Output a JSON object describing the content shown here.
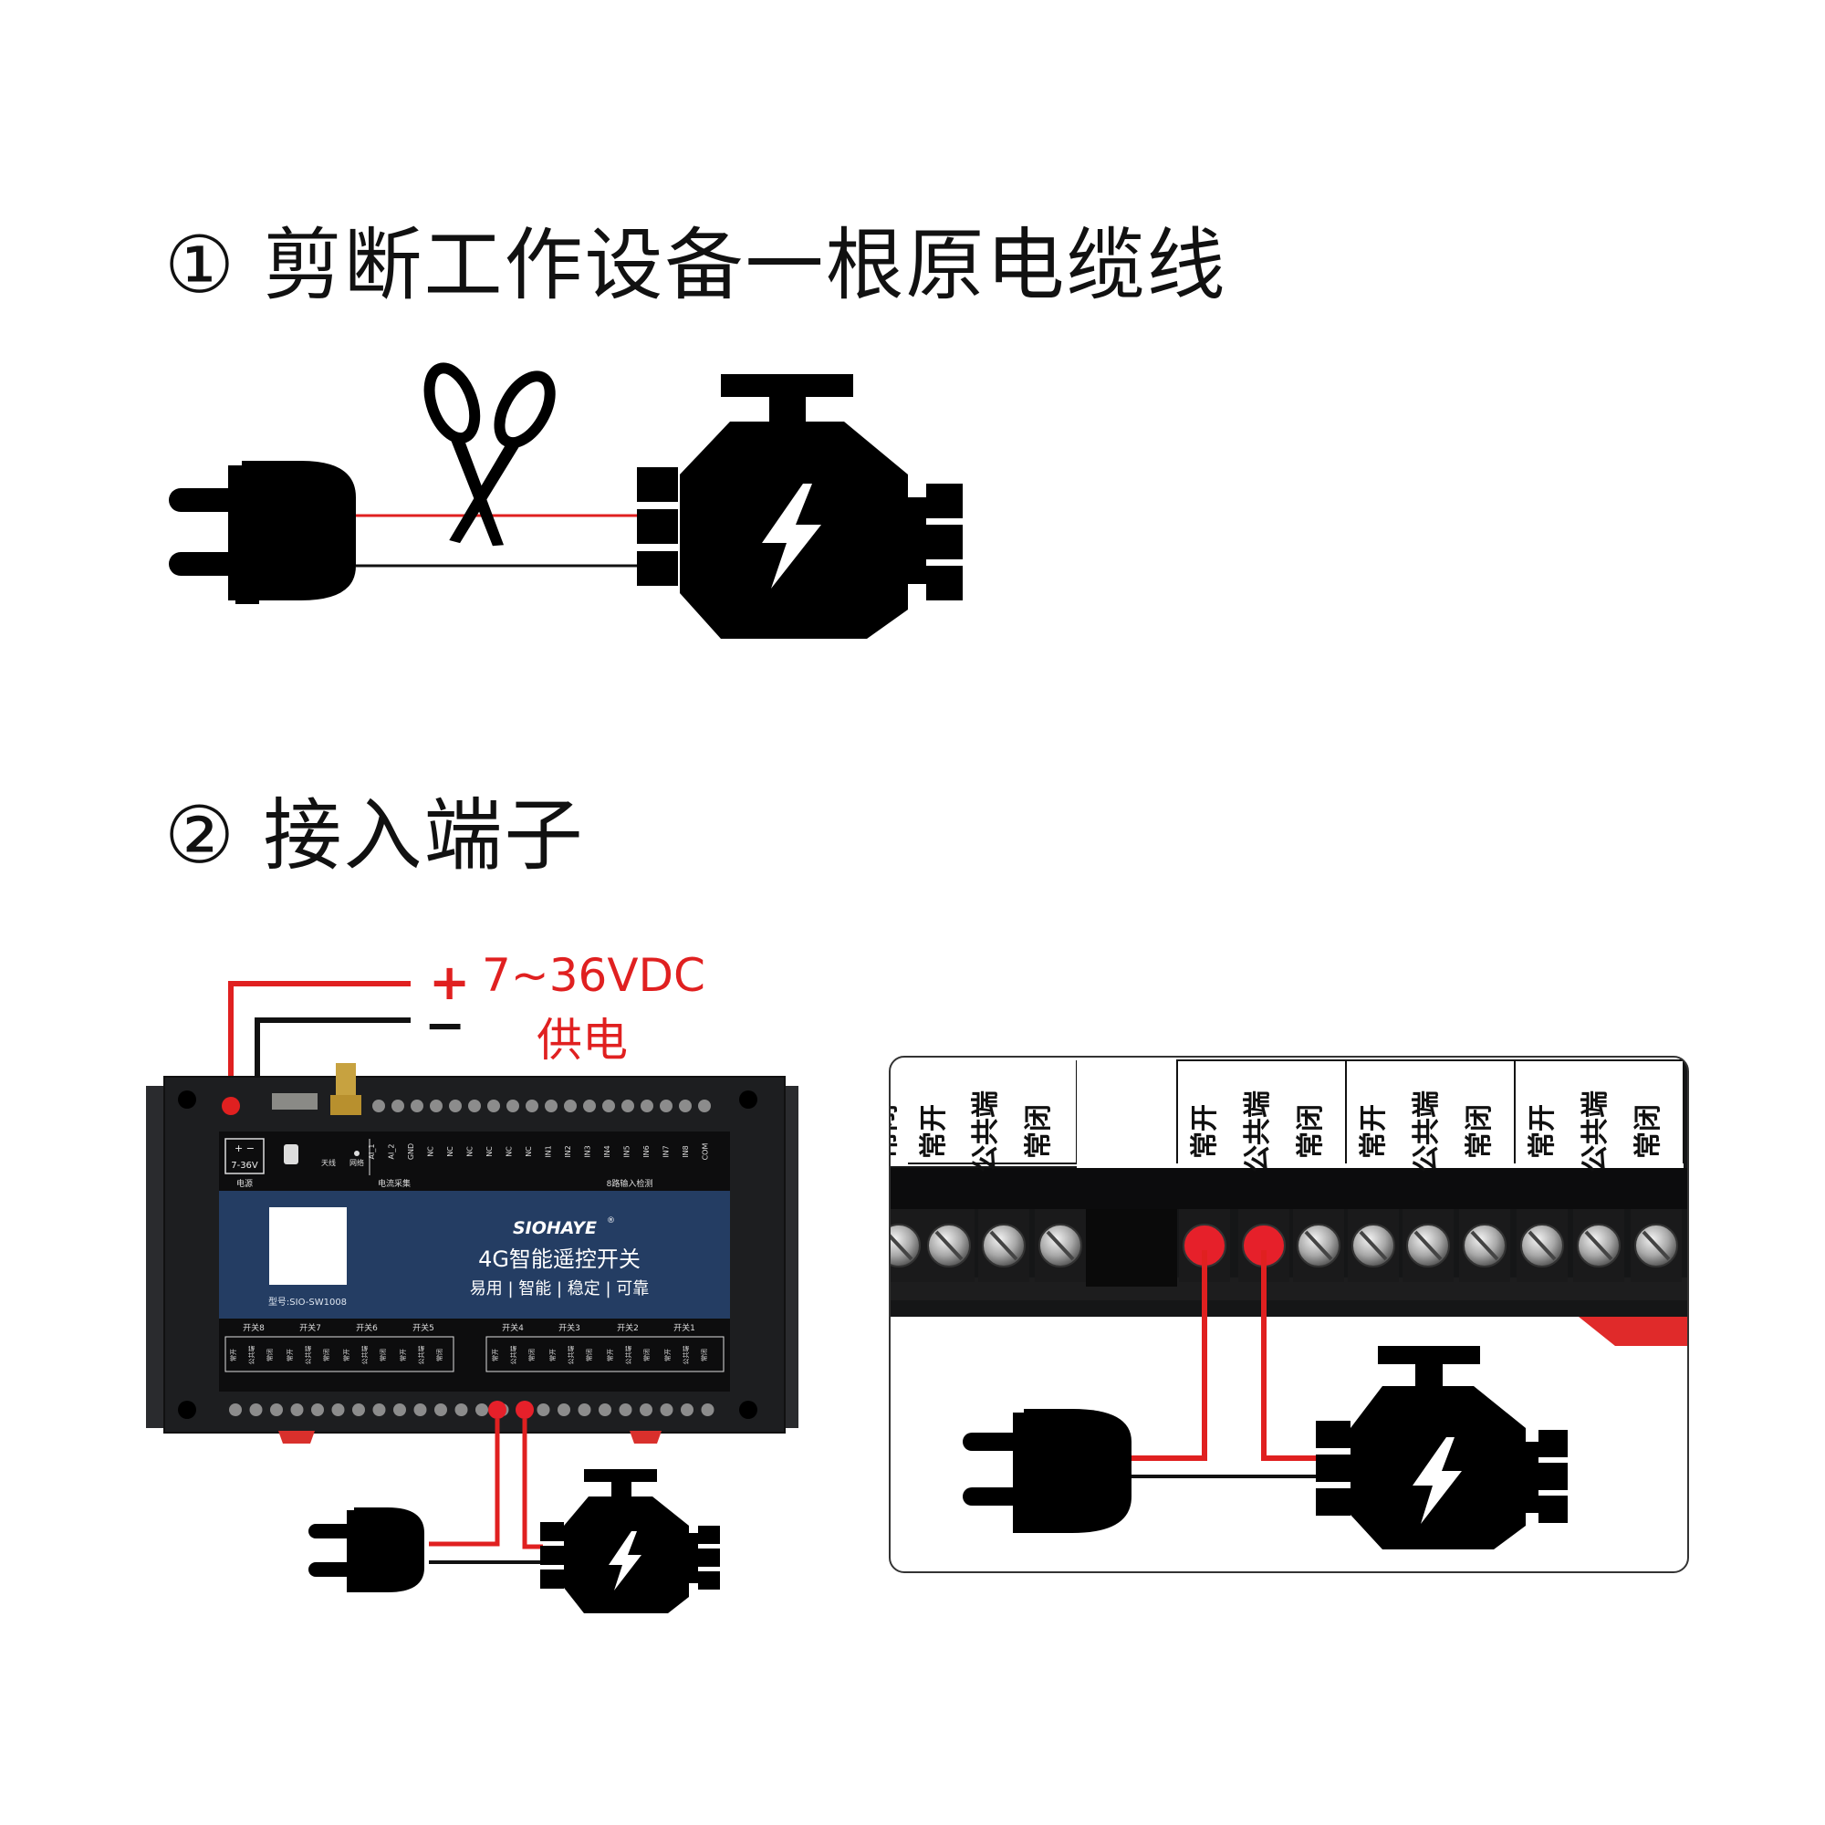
{
  "step1": {
    "number": "①",
    "title": "剪断工作设备一根原电缆线"
  },
  "step2": {
    "number": "②",
    "title": "接入端子"
  },
  "power": {
    "plus": "+",
    "minus": "−",
    "voltage": "7~36VDC",
    "label": "供电"
  },
  "device": {
    "brand": "SIOHAYE",
    "registered": "®",
    "product_name": "4G智能遥控开关",
    "slogan": "易用 | 智能 | 稳定 | 可靠",
    "model": "型号:SIO-SW1008",
    "power_terminal": {
      "polarity": "+  −",
      "range": "7-36V",
      "label": "电源"
    },
    "sim_label": "",
    "antenna_label": "天线",
    "network_label": "网络",
    "top_terminals": [
      "AI_1",
      "AI_2",
      "GND",
      "NC",
      "NC",
      "NC",
      "NC",
      "NC",
      "NC",
      "IN1",
      "IN2",
      "IN3",
      "IN4",
      "IN5",
      "IN6",
      "IN7",
      "IN8",
      "COM"
    ],
    "top_groups": [
      "电流采集",
      "8路输入检测"
    ],
    "switch_groups": [
      "开关8",
      "开关7",
      "开关6",
      "开关5",
      "开关4",
      "开关3",
      "开关2",
      "开关1"
    ],
    "switch_pins": [
      "常开",
      "公共端",
      "常闭"
    ]
  },
  "zoom": {
    "labels_left": [
      "常闭",
      "常开",
      "公共端",
      "常闭"
    ],
    "groups": [
      [
        "常开",
        "公共端",
        "常闭"
      ],
      [
        "常开",
        "公共端",
        "常闭"
      ],
      [
        "常开",
        "公共端",
        "常闭"
      ]
    ]
  },
  "colors": {
    "wire_red": "#e02020",
    "wire_black": "#111111",
    "panel_blue": "#243d63",
    "case_dark": "#1f2022",
    "highlight_red": "#e6202a"
  }
}
